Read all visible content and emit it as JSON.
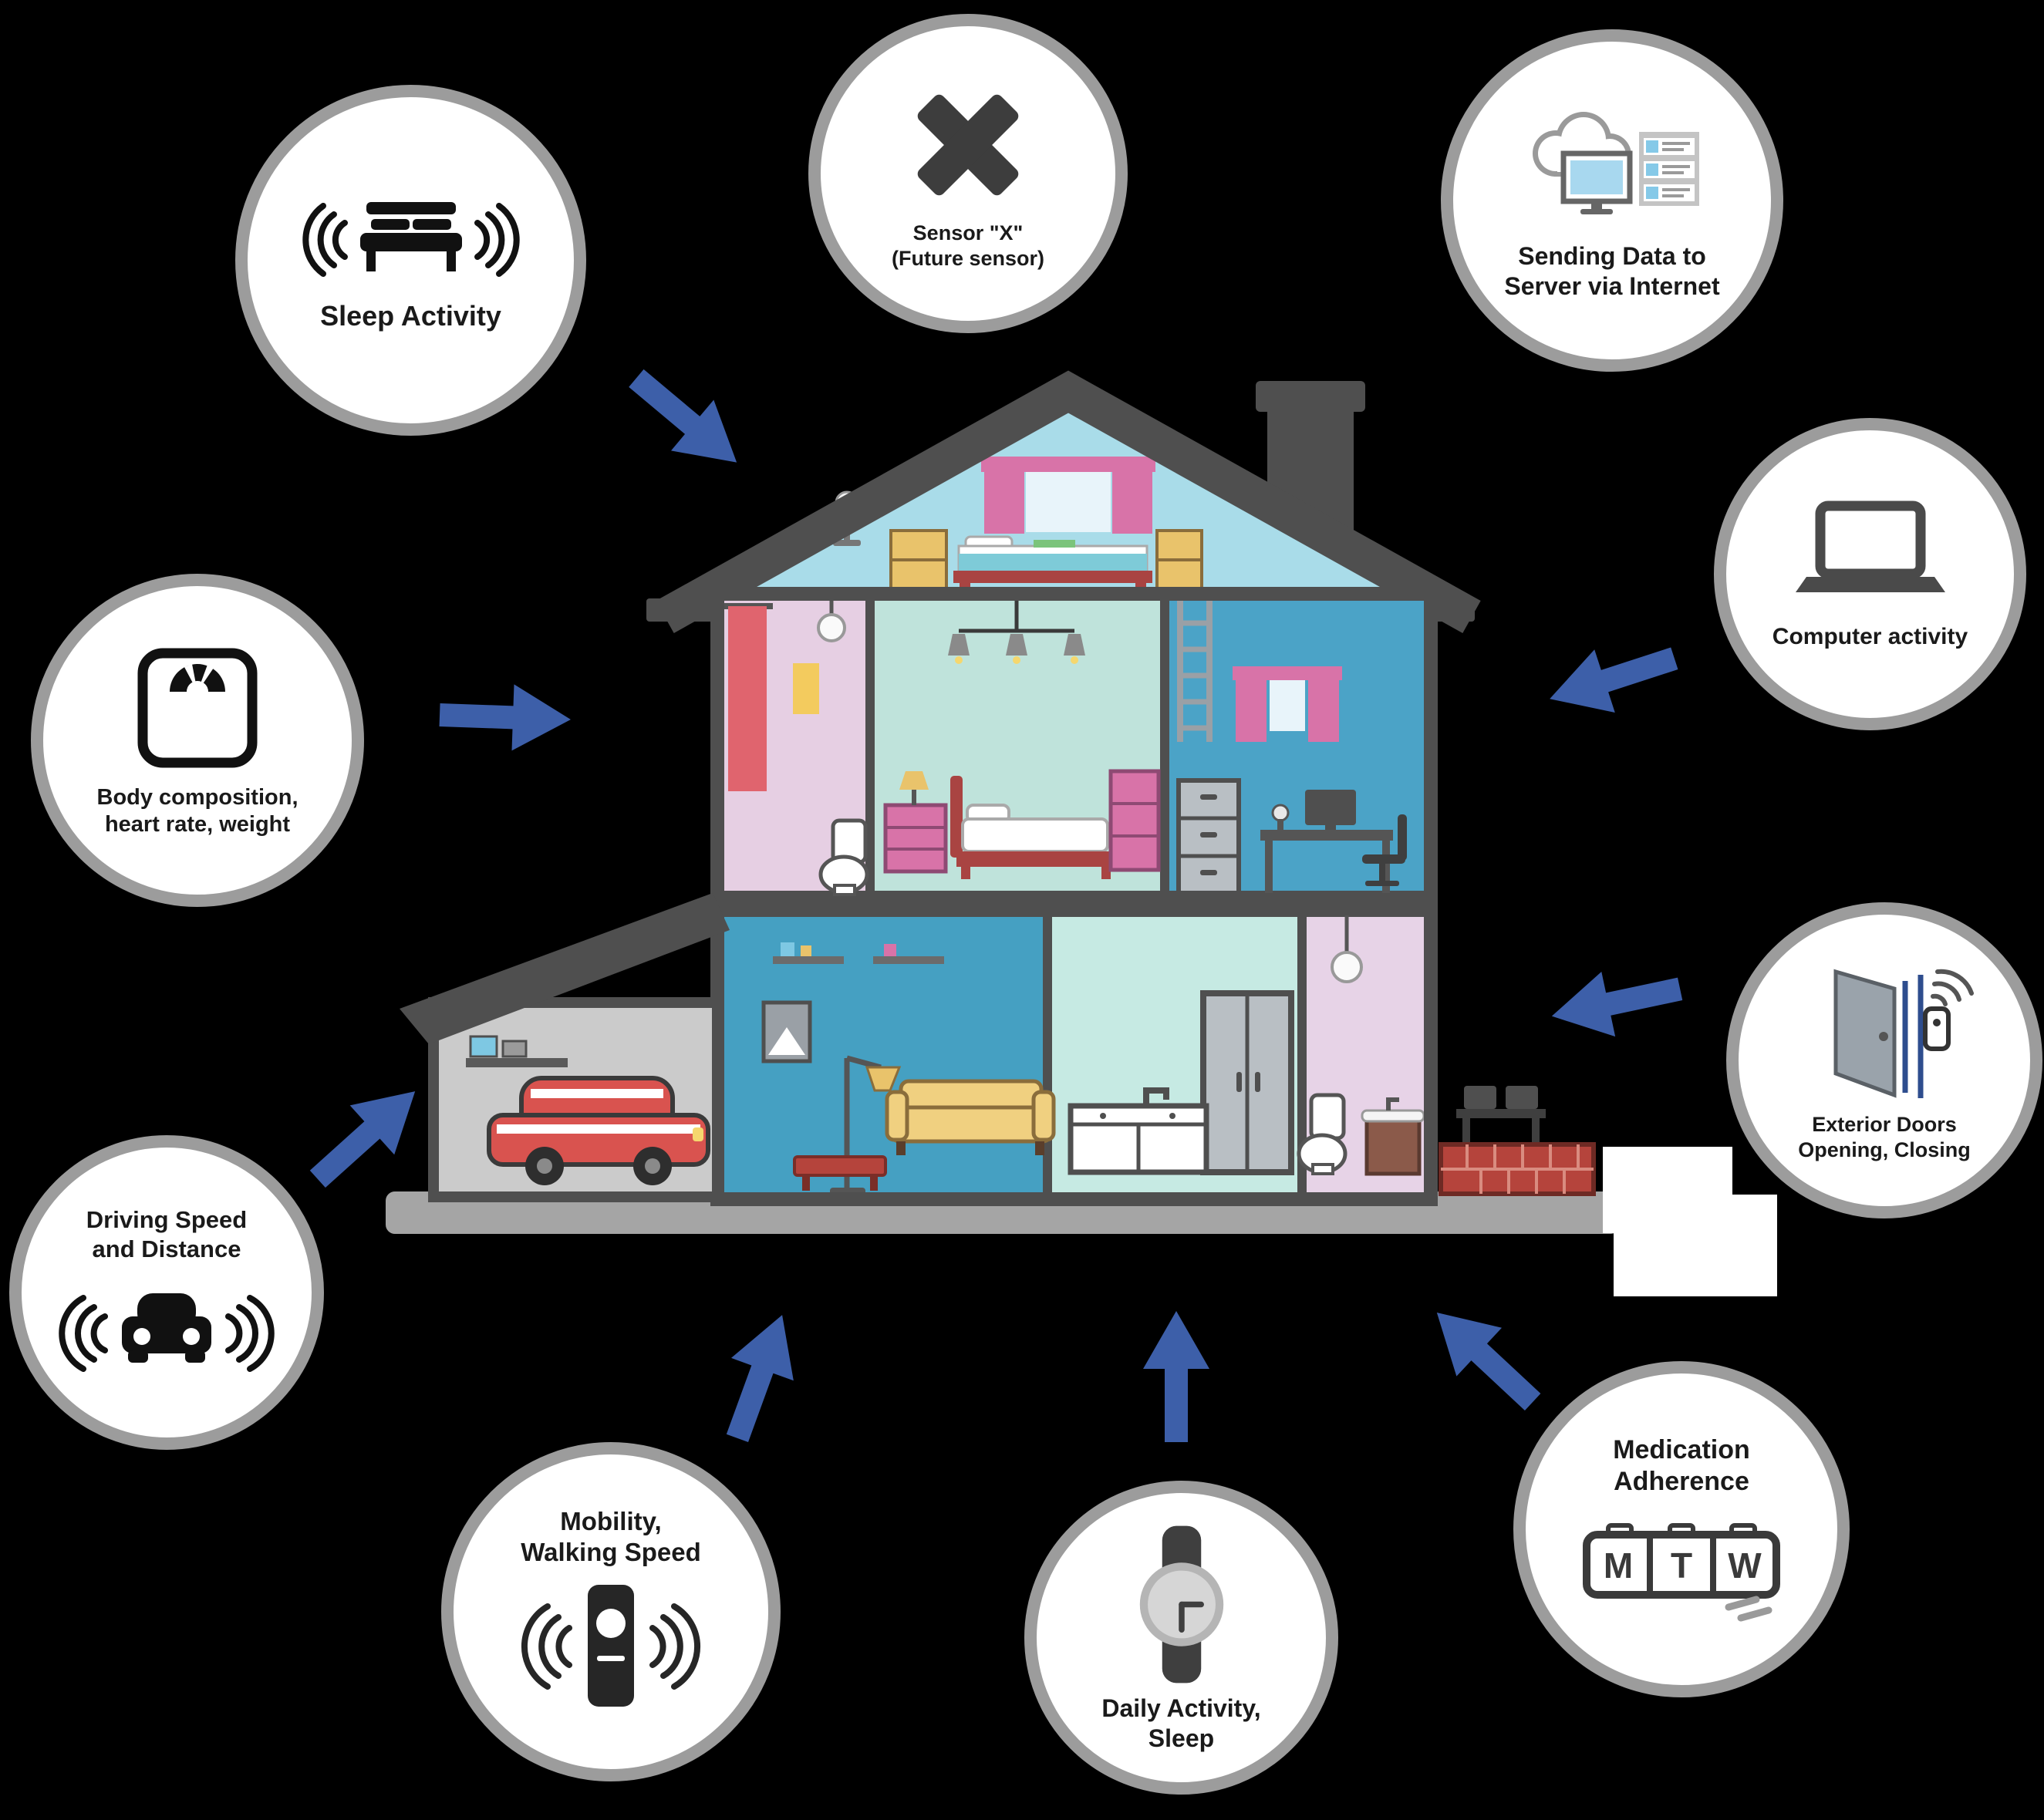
{
  "diagram_title": "",
  "colors": {
    "background": "#000000",
    "circle_ring": "#9c9c9c",
    "circle_fill": "#ffffff",
    "arrow_blue": "#3d5fa9",
    "house_structure_gray": "#4f4f4f",
    "ground_gray": "#a5a5a5",
    "attic_blue": "#a9dce9",
    "bathroom_pink": "#e6cfe3",
    "bedroom_teal": "#bfe3db",
    "office_blue": "#4ba3c7",
    "living_blue": "#45a0c2",
    "kitchen_teal": "#c6eae3",
    "curtain_pink": "#d873a8",
    "couch_yellow": "#f0d080",
    "car_red": "#d9534f",
    "brick_red": "#b5443c"
  },
  "sensors": [
    {
      "id": "sleep",
      "icon": "bed-signal-icon",
      "lines": [
        "Sleep Activity"
      ]
    },
    {
      "id": "future",
      "icon": "x-icon",
      "lines": [
        "Sensor \"X\"",
        "(Future sensor)"
      ]
    },
    {
      "id": "server",
      "icon": "cloud-server-icon",
      "lines": [
        "Sending Data to",
        "Server via Internet"
      ]
    },
    {
      "id": "computer",
      "icon": "laptop-icon",
      "lines": [
        "Computer activity"
      ]
    },
    {
      "id": "doors",
      "icon": "door-sensor-icon",
      "lines": [
        "Exterior Doors",
        "Opening, Closing"
      ]
    },
    {
      "id": "medication",
      "icon": "pillbox-icon",
      "lines": [
        "Medication",
        "Adherence"
      ]
    },
    {
      "id": "daily",
      "icon": "watch-icon",
      "lines": [
        "Daily Activity,",
        "Sleep"
      ]
    },
    {
      "id": "mobility",
      "icon": "motion-sensor-icon",
      "lines": [
        "Mobility,",
        "Walking Speed"
      ]
    },
    {
      "id": "driving",
      "icon": "car-signal-icon",
      "lines": [
        "Driving Speed",
        "and Distance"
      ]
    },
    {
      "id": "body",
      "icon": "scale-icon",
      "lines": [
        "Body composition,",
        "heart rate, weight"
      ]
    }
  ],
  "pillbox_days": [
    "M",
    "T",
    "W"
  ]
}
